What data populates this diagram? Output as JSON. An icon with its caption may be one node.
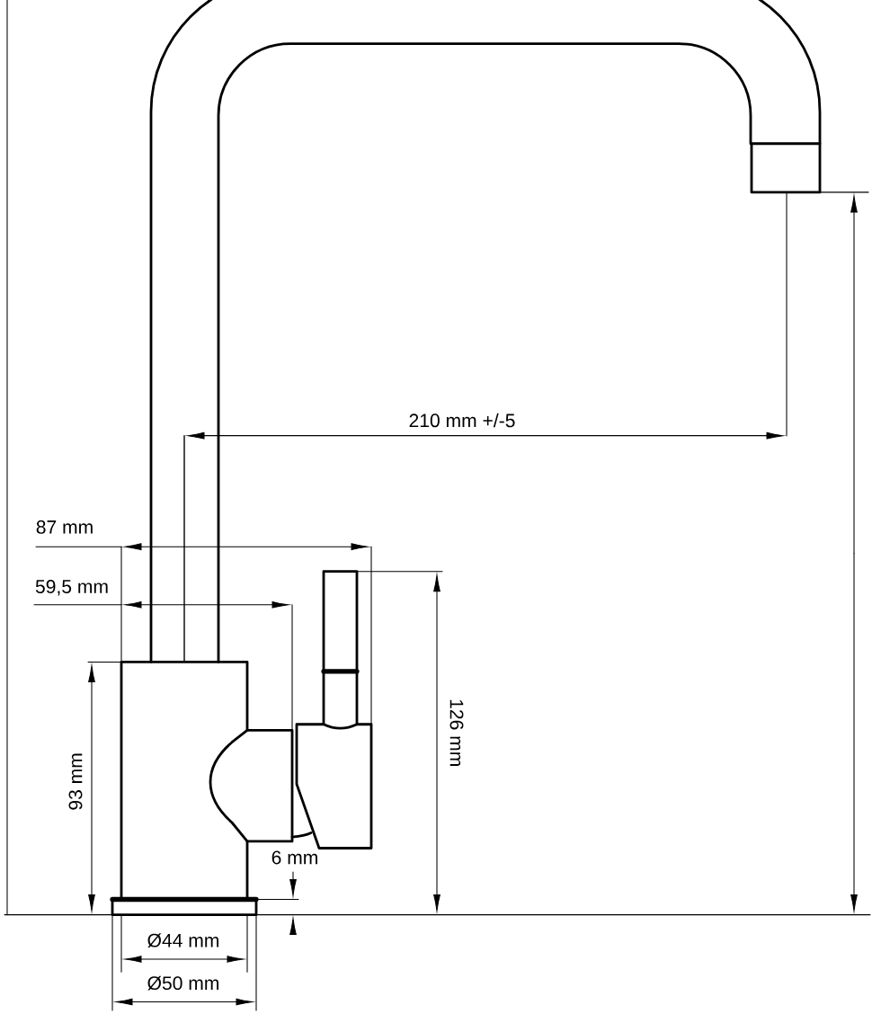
{
  "diagram": {
    "labels": [
      "210 mm +/-5",
      "87 mm",
      "59,5 mm",
      "126 mm",
      "93 mm",
      "6 mm",
      "Ø44 mm",
      "Ø50 mm"
    ]
  }
}
